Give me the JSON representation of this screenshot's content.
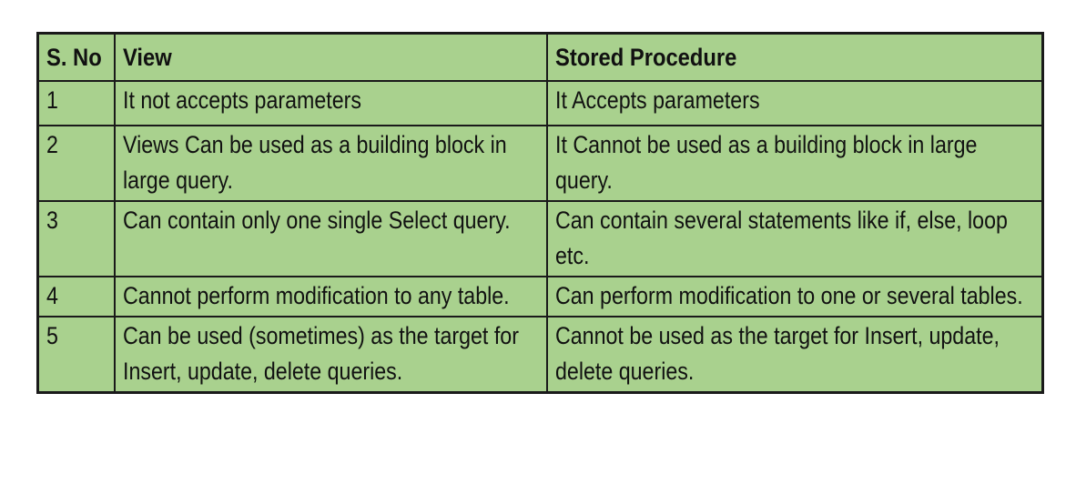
{
  "table": {
    "headers": {
      "sno": "S. No",
      "view": "View",
      "stored_procedure": "Stored Procedure"
    },
    "rows": [
      {
        "sno": "1",
        "view": "It not accepts parameters",
        "stored_procedure": "It Accepts parameters"
      },
      {
        "sno": "2",
        "view": "Views Can be used as a building block in large query.",
        "stored_procedure": "It Cannot be used as a building block in large query."
      },
      {
        "sno": "3",
        "view": "Can contain only one single Select query.",
        "stored_procedure": "Can contain several statements like if, else, loop etc."
      },
      {
        "sno": "4",
        "view": "Cannot perform modification to any table.",
        "stored_procedure": "Can perform modification to one or several tables."
      },
      {
        "sno": "5",
        "view": "Can be used (sometimes) as the target for Insert, update, delete queries.",
        "stored_procedure": "Cannot be used as the target for Insert, update, delete queries."
      }
    ],
    "colors": {
      "cell_background": "#a9d18e",
      "border": "#1a1a1a",
      "text": "#111111"
    }
  }
}
